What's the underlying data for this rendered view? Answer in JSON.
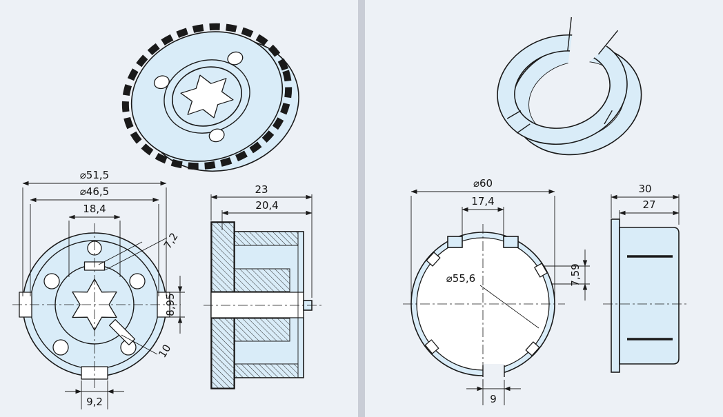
{
  "meta": {
    "background": "#edf1f6",
    "divider": "#c9cdd6",
    "fill": "#d9ecf8",
    "line": "#1a1a1a"
  },
  "left_panel": {
    "front_view": {
      "dia_outer": "⌀51,5",
      "dia_mid": "⌀46,5",
      "star_width": "18,4",
      "notch_top": "7,2",
      "slot_right": "8,95",
      "notch_lower": "10",
      "slot_bottom": "9,2"
    },
    "side_view": {
      "depth_total": "23",
      "depth_inner": "20,4"
    }
  },
  "right_panel": {
    "front_view": {
      "dia_outer": "⌀60",
      "gap_top": "17,4",
      "dia_inner": "⌀55,6",
      "offset_right": "7,59",
      "slot_bottom": "9"
    },
    "side_view": {
      "depth_total": "30",
      "depth_inner": "27"
    }
  }
}
